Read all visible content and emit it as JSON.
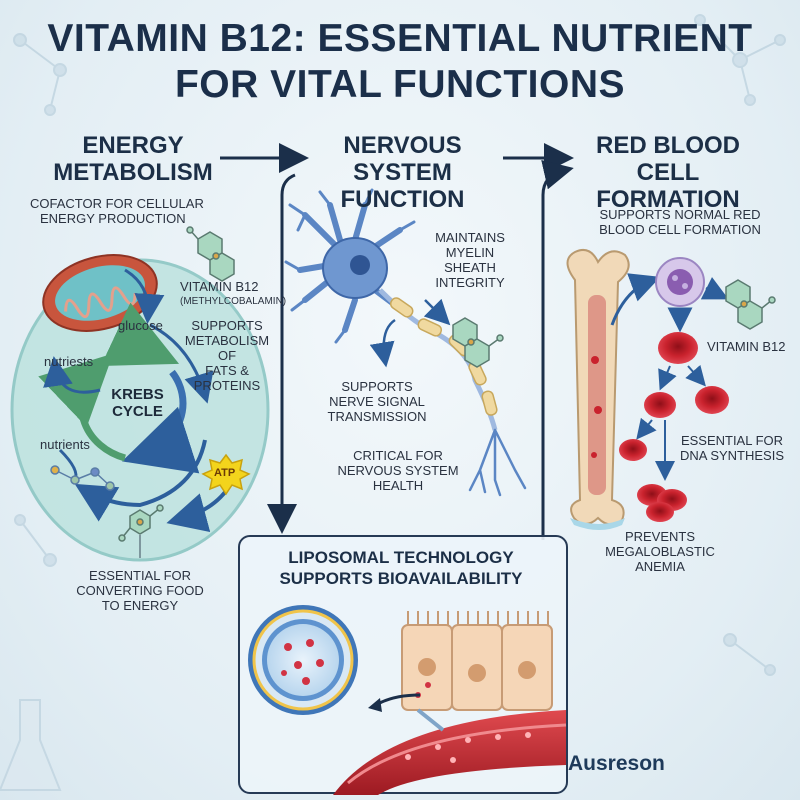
{
  "title": {
    "line1": "VITAMIN B12: ESSENTIAL NUTRIENT",
    "line2": "FOR VITAL FUNCTIONS"
  },
  "energy": {
    "heading_line1": "ENERGY",
    "heading_line2": "METABOLISM",
    "cofactor_line1": "COFACTOR FOR CELLULAR",
    "cofactor_line2": "ENERGY PRODUCTION",
    "vitamin_b12": "VITAMIN B12",
    "methylcobalamin": "(METHYLCOBALAMIN)",
    "glucose": "glucose",
    "supports_line1": "SUPPORTS",
    "supports_line2": "METABOLISM OF",
    "supports_line3": "FATS &",
    "supports_line4": "PROTEINS",
    "nutriests": "nutriests",
    "nutrients": "nutrients",
    "krebs_line1": "KREBS",
    "krebs_line2": "CYCLE",
    "atp": "ATP",
    "converting_line1": "ESSENTIAL FOR",
    "converting_line2": "CONVERTING FOOD",
    "converting_line3": "TO ENERGY"
  },
  "nervous": {
    "heading_line1": "NERVOUS SYSTEM",
    "heading_line2": "FUNCTION",
    "myelin_line1": "MAINTAINS",
    "myelin_line2": "MYELIN SHEATH",
    "myelin_line3": "INTEGRITY",
    "signal_line1": "SUPPORTS",
    "signal_line2": "NERVE SIGNAL",
    "signal_line3": "TRANSMISSION",
    "critical_line1": "CRITICAL FOR",
    "critical_line2": "NERVOUS SYSTEM",
    "critical_line3": "HEALTH"
  },
  "blood": {
    "heading_line1": "RED BLOOD CELL",
    "heading_line2": "FORMATION",
    "supports_line1": "SUPPORTS NORMAL RED",
    "supports_line2": "BLOOD CELL FORMATION",
    "vitamin_b12": "VITAMIN B12",
    "dna_line1": "ESSENTIAL FOR",
    "dna_line2": "DNA SYNTHESIS",
    "anemia_line1": "PREVENTS",
    "anemia_line2": "MEGALOBLASTIC",
    "anemia_line3": "ANEMIA"
  },
  "liposomal": {
    "heading_line1": "LIPOSOMAL TECHNOLOGY",
    "heading_line2": "SUPPORTS BIOAVAILABILITY"
  },
  "brand": "Ausreson",
  "colors": {
    "navy": "#1b2f4a",
    "mitochondria": "#c8553d",
    "cell": "#bfe3e0",
    "krebs_green": "#4f9d6e",
    "krebs_blue": "#3a6fb0",
    "atp_yellow": "#f3d41c",
    "neuron_blue": "#5b86c4",
    "myelin": "#f0d9a0",
    "blood_red": "#c9222d",
    "bone": "#f1d9b8"
  }
}
